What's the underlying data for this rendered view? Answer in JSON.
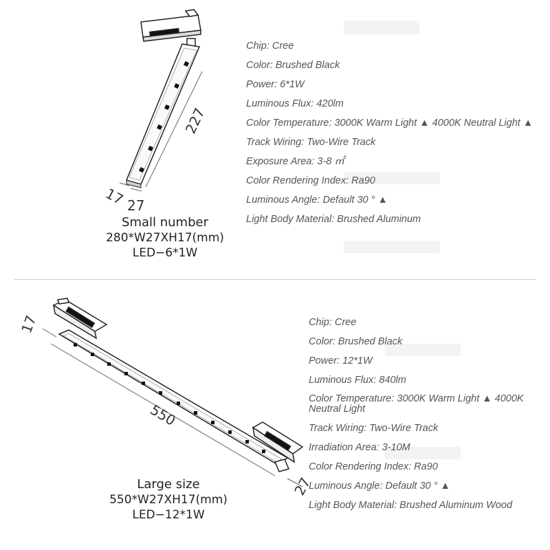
{
  "small": {
    "dims": {
      "length": "227",
      "height": "17",
      "width": "27"
    },
    "caption": {
      "title": "Small number",
      "size": "280*W27XH17(mm)",
      "led": "LED−6*1W"
    },
    "specs": [
      "Chip: Cree",
      "Color: Brushed Black",
      "Power: 6*1W",
      "Luminous Flux: 420lm",
      "Color Temperature: 3000K Warm Light ▲ 4000K Neutral Light ▲",
      "Track Wiring: Two-Wire Track",
      "Exposure Area: 3-8 ㎡",
      "Color Rendering Index: Ra90",
      "Luminous Angle: Default 30 ° ▲",
      "Light Body Material: Brushed Aluminum"
    ]
  },
  "large": {
    "dims": {
      "length": "550",
      "height": "17",
      "width": "27"
    },
    "caption": {
      "title": "Large size",
      "size": "550*W27XH17(mm)",
      "led": "LED−12*1W"
    },
    "specs": [
      "Chip: Cree",
      "Color: Brushed Black",
      "Power: 12*1W",
      "Luminous Flux: 840lm",
      "Color Temperature: 3000K Warm Light ▲ 4000K Neutral Light",
      "Track Wiring: Two-Wire Track",
      "Irradiation Area: 3-10M",
      "Color Rendering Index: Ra90",
      "Luminous Angle: Default 30 ° ▲",
      "Light Body Material: Brushed Aluminum Wood"
    ]
  }
}
